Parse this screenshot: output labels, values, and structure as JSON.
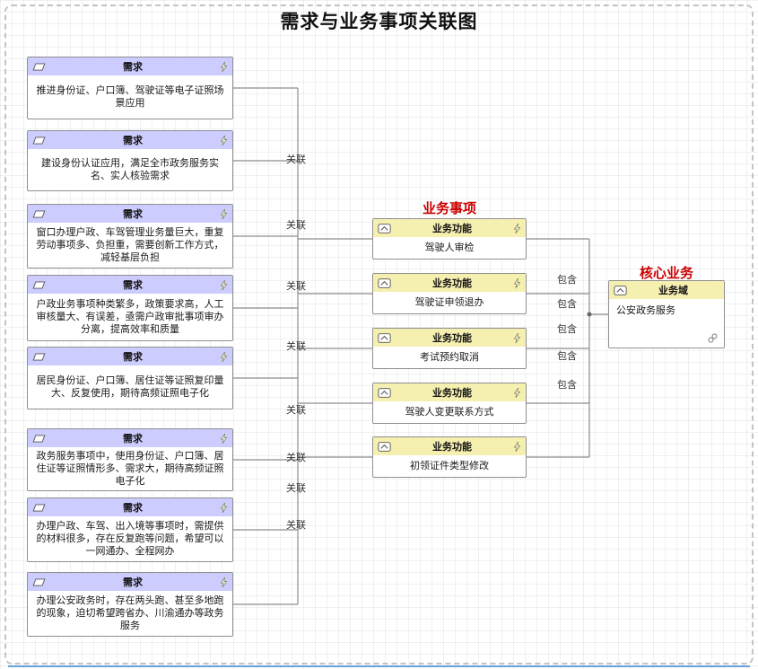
{
  "title": "需求与业务事项关联图",
  "labels": {
    "functions_group": "业务事项",
    "core_group": "核心业务",
    "assoc": "关联",
    "contain": "包含"
  },
  "requirements": [
    {
      "header": "需求",
      "text": "推进身份证、户口簿、驾驶证等电子证照场景应用"
    },
    {
      "header": "需求",
      "text": "建设身份认证应用，满足全市政务服务实名、实人核验需求"
    },
    {
      "header": "需求",
      "text": "窗口办理户政、车驾管理业务量巨大，重复劳动事项多、负担重，需要创新工作方式，减轻基层负担"
    },
    {
      "header": "需求",
      "text": "户政业务事项种类繁多，政策要求高，人工审核量大、有误差，亟需户政审批事项审办分离，提高效率和质量"
    },
    {
      "header": "需求",
      "text": "居民身份证、户口簿、居住证等证照复印量大、反复使用，期待高频证照电子化"
    },
    {
      "header": "需求",
      "text": "政务服务事项中，使用身份证、户口簿、居住证等证照情形多、需求大，期待高频证照电子化"
    },
    {
      "header": "需求",
      "text": "办理户政、车驾、出入境等事项时，需提供的材料很多，存在反复跑等问题，希望可以一网通办、全程网办"
    },
    {
      "header": "需求",
      "text": "办理公安政务时，存在两头跑、甚至多地跑的现象，迫切希望跨省办、川渝通办等政务服务"
    }
  ],
  "functions": [
    {
      "header": "业务功能",
      "text": "驾驶人审检"
    },
    {
      "header": "业务功能",
      "text": "驾驶证申领退办"
    },
    {
      "header": "业务功能",
      "text": "考试预约取消"
    },
    {
      "header": "业务功能",
      "text": "驾驶人变更联系方式"
    },
    {
      "header": "业务功能",
      "text": "初领证件类型修改"
    }
  ],
  "domain": {
    "header": "业务域",
    "text": "公安政务服务"
  },
  "colors": {
    "requirement_header": "#ccccff",
    "function_header": "#f5efb0",
    "node_border": "#8f8f8f",
    "connector": "#8c8c8c",
    "group_label": "#cc0000"
  }
}
